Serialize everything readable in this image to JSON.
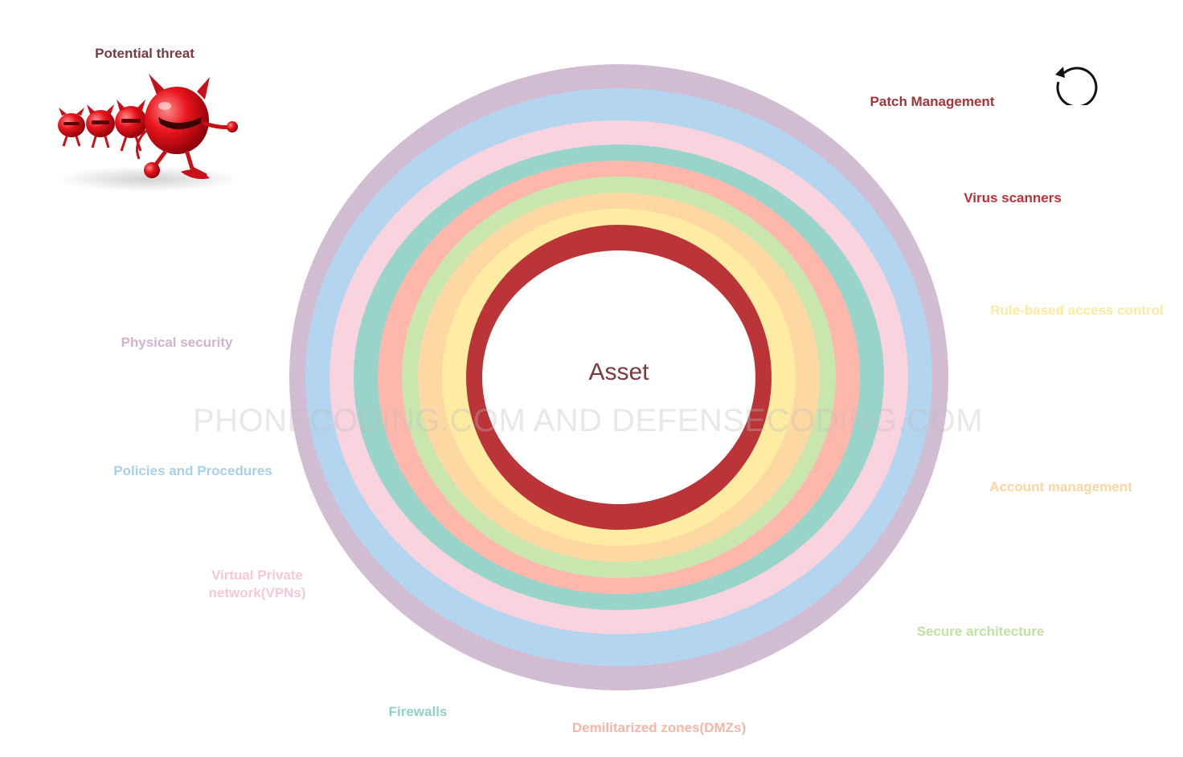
{
  "diagram": {
    "center_label": "Asset",
    "threat_label": "Potential threat",
    "watermark": "PHONECODING.COM AND DEFENSECODING.COM",
    "layers": [
      {
        "name": "Physical security",
        "color": "#d1bcd2",
        "text_color": "#d1b2cf"
      },
      {
        "name": "Policies and Procedures",
        "color": "#b3d5ef",
        "text_color": "#a8d0ea"
      },
      {
        "name": "Virtual Private network(VPNs)",
        "color": "#f9d3de",
        "text_color": "#f7c9d7"
      },
      {
        "name": "Firewalls",
        "color": "#99d4cb",
        "text_color": "#90d2c6"
      },
      {
        "name": "Demilitarized zones(DMZs)",
        "color": "#feb7ab",
        "text_color": "#f7b5a8"
      },
      {
        "name": "Secure architecture",
        "color": "#c8e6ae",
        "text_color": "#bfe4a2"
      },
      {
        "name": "Account management",
        "color": "#fed8a3",
        "text_color": "#fcd6a0"
      },
      {
        "name": "Rule-based access control",
        "color": "#feeca3",
        "text_color": "#fdeaa0"
      },
      {
        "name": "Virus scanners",
        "color": "#bb3438",
        "text_color": "#b8333a"
      },
      {
        "name": "Patch Management",
        "color": "#ffffff",
        "text_color": "#a33438"
      }
    ],
    "threat_color": "#e8141c",
    "threat_label_color": "#7a3a3e",
    "reload_icon": "reload-icon"
  }
}
